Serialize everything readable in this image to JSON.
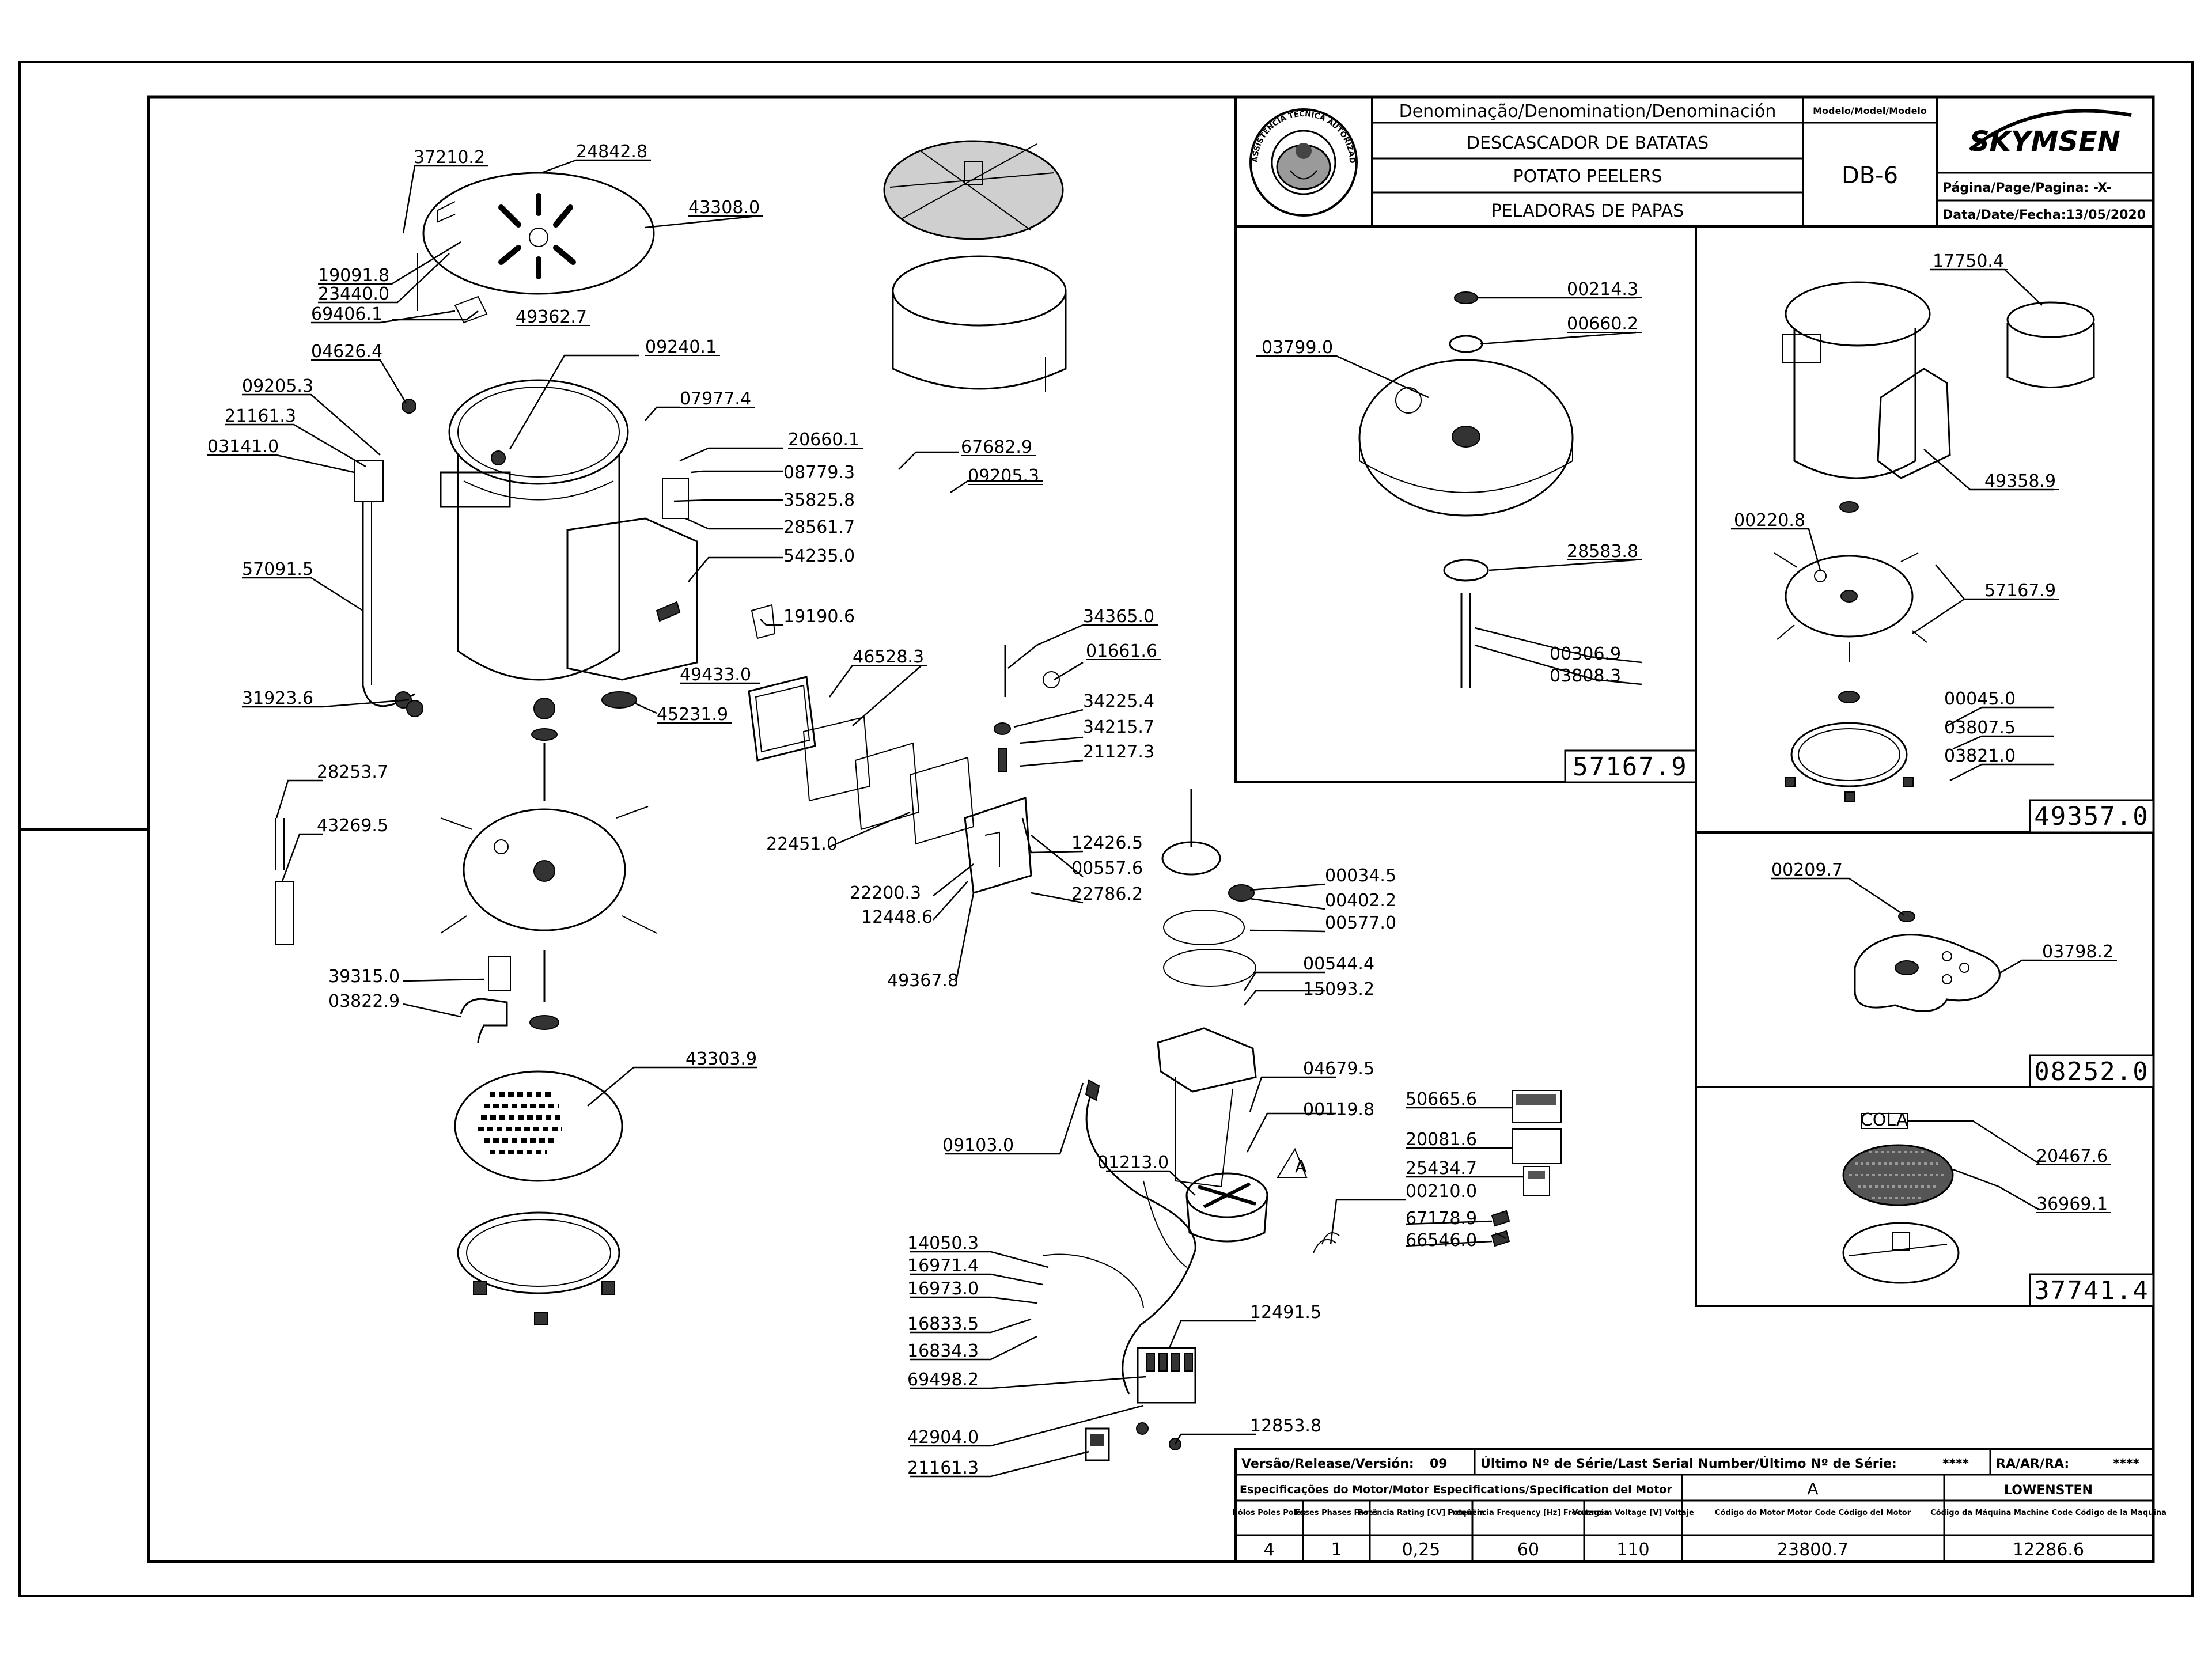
{
  "header": {
    "denomination_label": "Denominação/Denomination/Denominación",
    "name_pt": "DESCASCADOR DE BATATAS",
    "name_en": "POTATO PEELERS",
    "name_es": "PELADORAS DE PAPAS",
    "model_label": "Modelo/Model/Modelo",
    "model": "DB-6",
    "brand": "SKYMSEN",
    "page_label": "Página/Page/Pagina: -X-",
    "date_label": "Data/Date/Fecha:13/05/2020",
    "seal_text": "ASSISTÊNCIA TÉCNICA AUTORIZADA"
  },
  "footer": {
    "release_label": "Versão/Release/Versión:",
    "release_value": "09",
    "serial_label": "Último Nº de Série/Last Serial Number/Último Nº de Série:",
    "serial_value": "****",
    "ra_label": "RA/AR/RA:",
    "ra_value": "****",
    "motor_spec_label": "Especificações do Motor/Motor Especifications/Specification del Motor",
    "motor_version": "A",
    "motor_maker": "LOWENSTEN",
    "columns": [
      "Pólos Poles Polos",
      "Fases Phases Fases",
      "Potência Rating [CV] Potencia",
      "Freqüência Frequency [Hz] Frecuencia",
      "Voltagem Voltage [V] Voltaje",
      "Código do Motor Motor Code Código del Motor",
      "Código da Máquina Machine Code Código de la Maquina"
    ],
    "values": [
      "4",
      "1",
      "0,25",
      "60",
      "110",
      "23800.7",
      "12286.6"
    ]
  },
  "box_numbers": {
    "disc_assembly": "57167.9",
    "bowl_assembly": "49357.0",
    "hub_assembly": "08252.0",
    "abrasive_assembly": "37741.4"
  },
  "callouts": {
    "main": [
      "37210.2",
      "24842.8",
      "43308.0",
      "19091.8",
      "23440.0",
      "49362.7",
      "69406.1",
      "04626.4",
      "09205.3",
      "21161.3",
      "03141.0",
      "09240.1",
      "07977.4",
      "57091.5",
      "20660.1",
      "67682.9",
      "08779.3",
      "09205.3",
      "35825.8",
      "28561.7",
      "54235.0",
      "19190.6",
      "34365.0",
      "01661.6",
      "31923.6",
      "49433.0",
      "46528.3",
      "45231.9",
      "34225.4",
      "34215.7",
      "21127.3",
      "28253.7",
      "43269.5",
      "22451.0",
      "12426.5",
      "00557.6",
      "22200.3",
      "12448.6",
      "22786.2",
      "00034.5",
      "00402.2",
      "00577.0",
      "49367.8",
      "00544.4",
      "15093.2",
      "39315.0",
      "03822.9",
      "43303.9",
      "04679.5",
      "50665.6",
      "00119.8",
      "20081.6",
      "09103.0",
      "01213.0",
      "25434.7",
      "00210.0",
      "67178.9",
      "66546.0",
      "14050.3",
      "16971.4",
      "16973.0",
      "12491.5",
      "16833.5",
      "16834.3",
      "69498.2",
      "12853.8",
      "42904.0",
      "21161.3"
    ],
    "disc": [
      "00214.3",
      "00660.2",
      "03799.0",
      "28583.8",
      "00306.9",
      "03808.3"
    ],
    "bowl": [
      "17750.4",
      "49358.9",
      "00220.8",
      "57167.9",
      "00045.0",
      "03807.5",
      "03821.0"
    ],
    "hub": [
      "00209.7",
      "03798.2"
    ],
    "abrasive": [
      "COLA",
      "20467.6",
      "36969.1"
    ],
    "view_mark": "A"
  }
}
